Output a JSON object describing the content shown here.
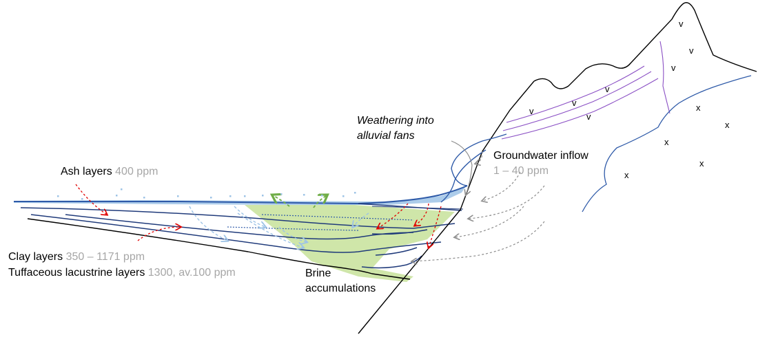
{
  "labels": {
    "weathering": "Weathering into alluvial fans",
    "groundwater_title": "Groundwater inflow",
    "groundwater_value": "1 – 40 ppm",
    "ash_title": "Ash layers",
    "ash_value": "400 ppm",
    "clay_title": "Clay layers",
    "clay_value": "350 – 1171 ppm",
    "tuff_title": "Tuffaceous lacustrine layers",
    "tuff_value": "1300, av.100 ppm",
    "brine": "Brine accumulations"
  },
  "rock_symbols": {
    "volcanic": "v",
    "plutonic": "x"
  },
  "colors": {
    "brine_fill": "#cfe6a9",
    "surface_water": "#4472c4",
    "sediment_line": "#1f3a7a",
    "volcanic_layer": "#8a4fc4",
    "red_arrow": "#e00000",
    "grey_arrow": "#8c8c8c",
    "lightblue_arrow": "#9dc3e6",
    "green_arrow": "#70ad47",
    "muted_text": "#a6a6a6"
  }
}
